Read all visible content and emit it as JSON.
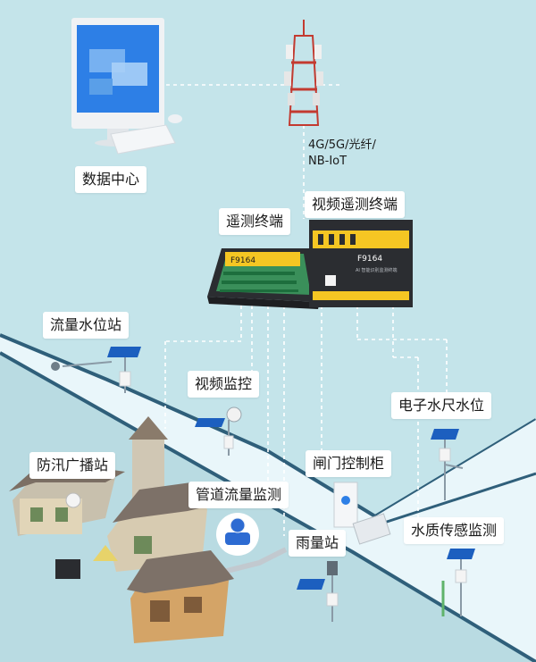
{
  "labels": {
    "data_center": "数据中心",
    "network_line1": "4G/5G/光纤/",
    "network_line2": "NB-IoT",
    "rtu": "遥测终端",
    "video_rtu": "视频遥测终端",
    "flow_station": "流量水位站",
    "video_monitor": "视频监控",
    "electronic_gauge": "电子水尺水位",
    "flood_broadcast": "防汛广播站",
    "gate_cabinet": "闸门控制柜",
    "pipe_flow": "管道流量监测",
    "rain_station": "雨量站",
    "water_quality": "水质传感监测"
  },
  "devices": {
    "rtu_model": "F9164",
    "video_rtu_model": "F9164",
    "video_rtu_subtitle": "AI 智能识别监测终端"
  },
  "colors": {
    "background": "#c4e4ea",
    "river": "#e8f5fa",
    "riverbank": "#2e5f7a",
    "land": "#bcdde4",
    "device_yellow": "#f5c623",
    "device_dark": "#2b2d31",
    "board_green": "#2e9b57",
    "tower_red": "#d9443b"
  }
}
